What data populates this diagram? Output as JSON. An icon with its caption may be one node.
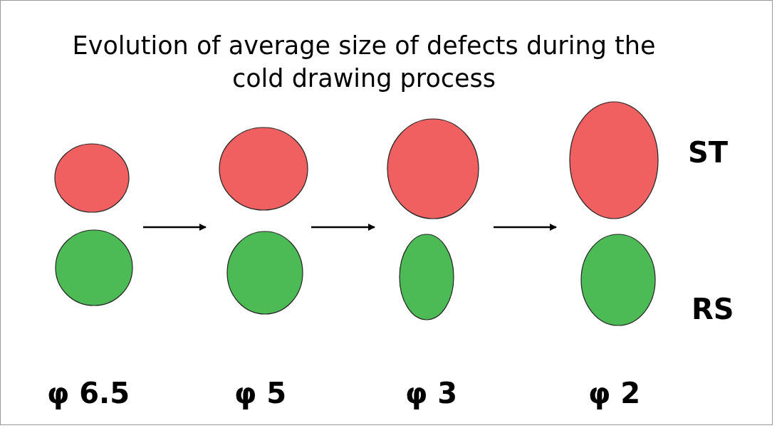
{
  "diagram": {
    "title": "Evolution of average size of defects during the cold drawing process",
    "nodes": [
      {
        "text": [],
        "shape": "circle"
      },
      {
        "text": [],
        "shape": "circle"
      },
      {
        "text": [],
        "shape": "circle"
      },
      {
        "text": [],
        "shape": "circle"
      },
      {
        "text": [],
        "shape": "circle"
      },
      {
        "text": [],
        "shape": "circle"
      },
      {
        "text": [],
        "shape": "circle"
      },
      {
        "text": [],
        "shape": "circle"
      }
    ],
    "labels": [
      "ST",
      "RS",
      "φ 6.5",
      "φ 5",
      "φ 3",
      "φ 2"
    ]
  }
}
